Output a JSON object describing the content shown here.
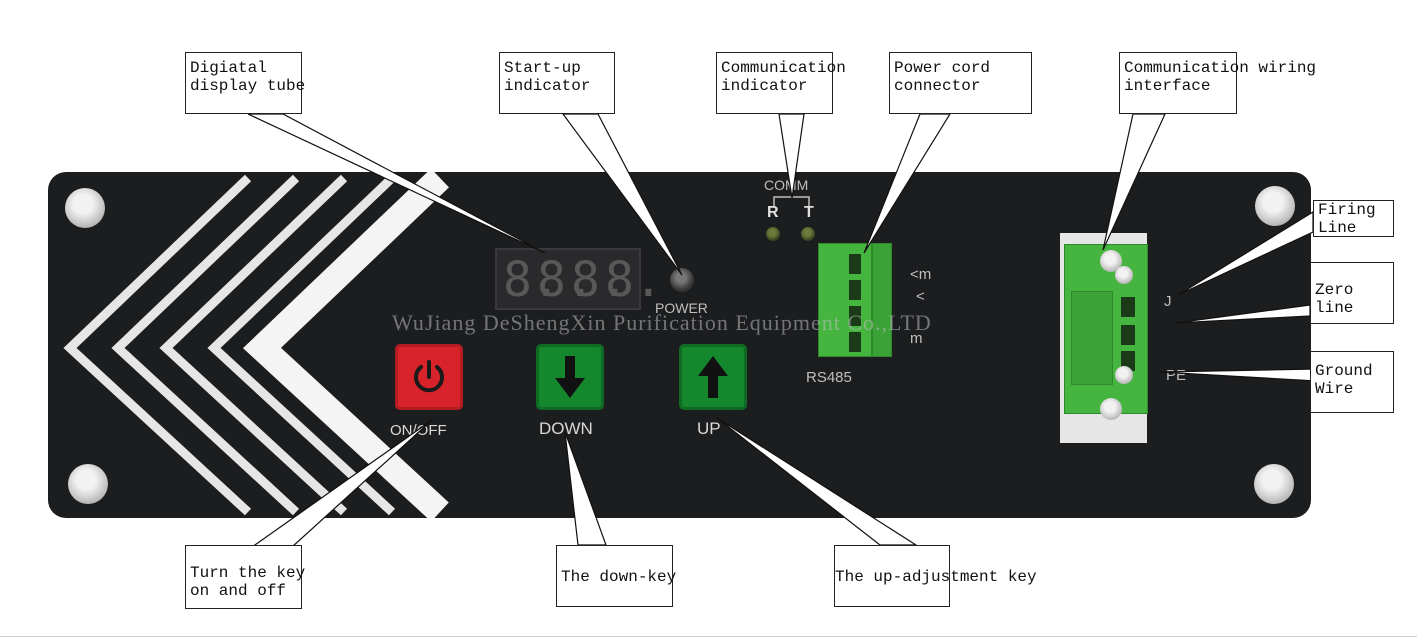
{
  "callouts": {
    "display_tube": "Digiatal\ndisplay tube",
    "startup_indicator": "Start-up\nindicator",
    "comm_indicator": "Communication\nindicator",
    "power_cord": "Power cord\nconnector",
    "comm_wiring": "Communication wiring\ninterface",
    "firing_line": "Firing\nLine",
    "zero_line": "Zero\nline",
    "ground_wire": "Ground\nWire",
    "onoff_key": "Turn the key\non and off",
    "down_key": "The down-key",
    "up_key": "The up-adjustment key"
  },
  "panel": {
    "display_digits": [
      "8.",
      "8.",
      "8.",
      "8."
    ],
    "power_label": "POWER",
    "comm_label": "COMM",
    "comm_r": "R",
    "comm_t": "T",
    "rs485_label": "RS485",
    "terminal_labels": [
      "<m",
      "<",
      "m"
    ],
    "onoff_label": "ON/OFF",
    "down_label": "DOWN",
    "up_label": "UP",
    "l_label": "J",
    "pe_label": "PE",
    "watermark": "WuJiang DeShengXin Purification Equipment Co.,LTD"
  },
  "colors": {
    "panel": "#1c1d1f",
    "power_key": "#d8232a",
    "arrow_keys": "#15882e",
    "terminal": "#45b540"
  },
  "icons": {
    "power": "power-symbol-icon",
    "down": "arrow-down-icon",
    "up": "arrow-up-icon"
  }
}
